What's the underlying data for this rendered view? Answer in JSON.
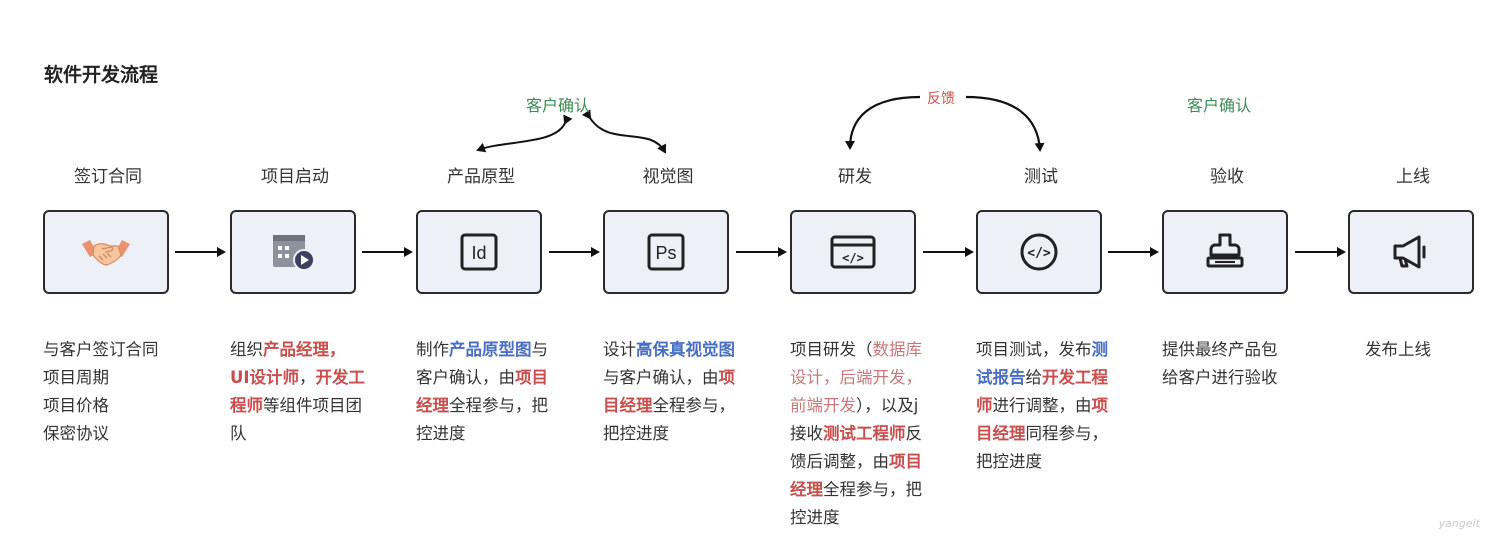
{
  "title": "软件开发流程",
  "notes": {
    "confirm_1": "客户确认",
    "feedback": "反馈",
    "confirm_2": "客户确认"
  },
  "stages": [
    {
      "label": "签订合同",
      "icon": "handshake-icon"
    },
    {
      "label": "项目启动",
      "icon": "project-start-icon"
    },
    {
      "label": "产品原型",
      "icon": "indesign-icon",
      "icon_text": "Id"
    },
    {
      "label": "视觉图",
      "icon": "photoshop-icon",
      "icon_text": "Ps"
    },
    {
      "label": "研发",
      "icon": "code-window-icon",
      "icon_text": "</>"
    },
    {
      "label": "测试",
      "icon": "code-circle-icon",
      "icon_text": "</>"
    },
    {
      "label": "验收",
      "icon": "stamp-icon"
    },
    {
      "label": "上线",
      "icon": "megaphone-icon"
    }
  ],
  "descriptions": {
    "s0": [
      "与客户签订合同",
      "项目周期",
      "项目价格",
      "保密协议"
    ],
    "s1": {
      "a": "组织",
      "b": "产品经理，",
      "c": "UI设计师",
      "d": "，",
      "e": "开发工",
      "f": "程师",
      "g": "等组件项目团",
      "h": "队"
    },
    "s2": {
      "a": "制作",
      "b": "产品原型图",
      "c": "与",
      "d": "客户确认，由",
      "e": "项目",
      "f": "经理",
      "g": "全程参与，把",
      "h": "控进度"
    },
    "s3": {
      "a": "设计",
      "b": "高保真视觉图",
      "c": "与客户确认，由",
      "d": "项",
      "e": "目经理",
      "f": "全程参与，",
      "g": "把控进度"
    },
    "s4": {
      "a": "项目研发（",
      "b": "数据库",
      "c": "设计，后端开发，",
      "d": "前端开发",
      "e": "），以及j",
      "f": "接收",
      "g": "测试工程师",
      "h": "反",
      "i": "馈后调整，由",
      "j": "项目",
      "k": "经理",
      "l": "全程参与，把",
      "m": "控进度"
    },
    "s5": {
      "a": "项目测试，发布",
      "b": "测",
      "c": "试报告",
      "d": "给",
      "e": "开发工程",
      "f": "师",
      "g": "进行调整，由",
      "h": "项",
      "i": "目经理",
      "j": "同程参与，",
      "k": "把控进度"
    },
    "s6": [
      "提供最终产品包",
      "给客户进行验收"
    ],
    "s7": [
      "发布上线"
    ]
  },
  "watermark": "yangeit"
}
